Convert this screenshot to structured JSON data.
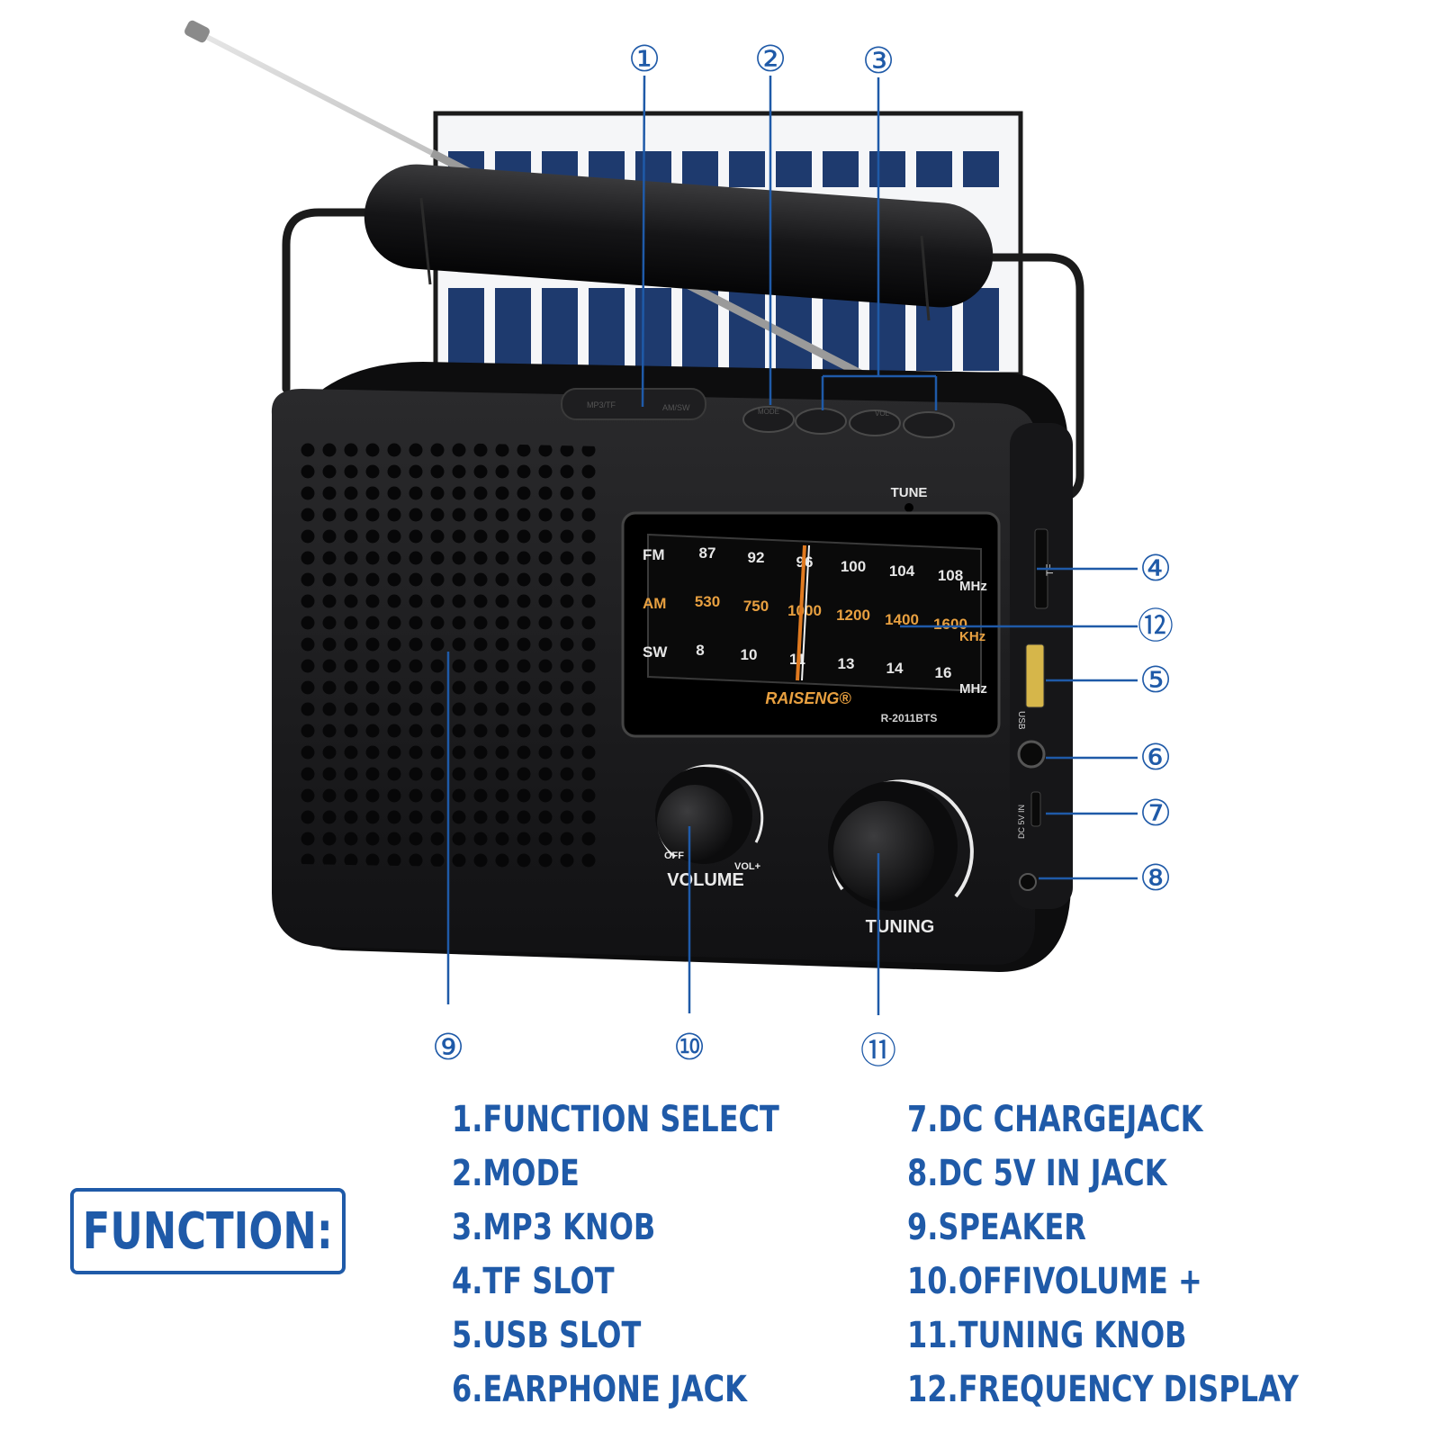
{
  "callouts": [
    "①",
    "②",
    "③",
    "④",
    "⑤",
    "⑥",
    "⑦",
    "⑧",
    "⑨",
    "⑩",
    "⑪",
    "⑫"
  ],
  "device": {
    "tune_label": "TUNE",
    "brand": "RAISENG®",
    "model": "R-2011BTS",
    "volume_label": "VOLUME",
    "volume_off": "OFF",
    "volume_plus": "VOL+",
    "tuning_label": "TUNING",
    "side_tf": "TF",
    "side_usb": "USB",
    "side_dc": "DC 5V IN",
    "top_button_1": "MP3/TF",
    "top_button_2": "AM/SW",
    "top_button_3": "MODE",
    "top_button_4": "VOL"
  },
  "dial": {
    "fm": {
      "label": "FM",
      "ticks": [
        "87",
        "92",
        "96",
        "100",
        "104",
        "108"
      ],
      "unit": "MHz"
    },
    "am": {
      "label": "AM",
      "ticks": [
        "530",
        "750",
        "1000",
        "1200",
        "1400",
        "1600"
      ],
      "unit": "KHz"
    },
    "sw": {
      "label": "SW",
      "ticks": [
        "8",
        "10",
        "11",
        "13",
        "14",
        "16"
      ],
      "unit": "MHz"
    }
  },
  "function_title": "FUNCTION:",
  "legend_left": [
    "1.FUNCTION SELECT",
    "2.MODE",
    "3.MP3 KNOB",
    "4.TF SLOT",
    "5.USB SLOT",
    "6.EARPHONE JACK"
  ],
  "legend_right": [
    "7.DC CHARGEJACK",
    "8.DC 5V IN JACK",
    "9.SPEAKER",
    "10.OFFIVOLUME +",
    "11.TUNING KNOB",
    "12.FREQUENCY DISPLAY"
  ],
  "colors": {
    "accent": "#1f5aa8",
    "body": "#1a1a1c",
    "dial_am": "#e8a040",
    "needle": "#e07a20",
    "solar": "#1e3a6e"
  }
}
